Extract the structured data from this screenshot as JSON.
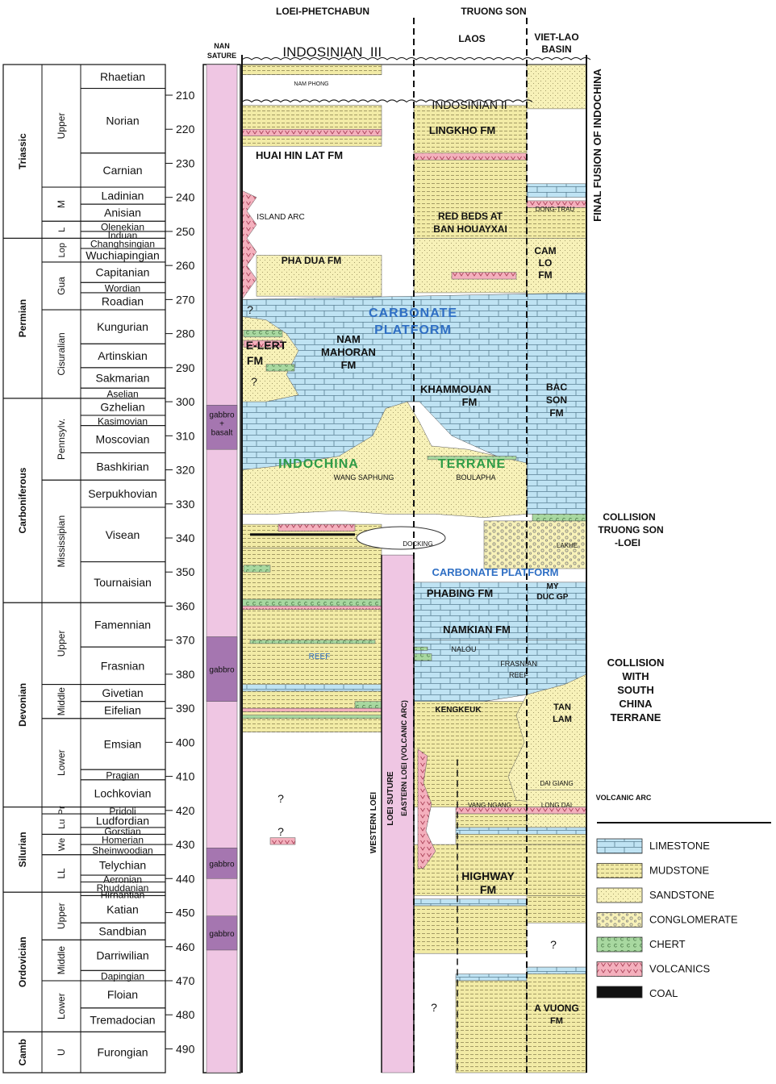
{
  "headers": {
    "loei_phetchabun": "LOEI-PHETCHABUN",
    "truong_son": "TRUONG SON",
    "laos": "LAOS",
    "viet_lao": "VIET-LAO",
    "basin": "BASIN",
    "nan": "NAN",
    "suture": "SATURE",
    "final_fusion": "FINAL FUSION OF INDOCHINA"
  },
  "systems": [
    {
      "label": "Triassic",
      "top": 201,
      "bottom": 252
    },
    {
      "label": "Permian",
      "top": 252,
      "bottom": 299
    },
    {
      "label": "Carboniferous",
      "top": 299,
      "bottom": 359
    },
    {
      "label": "Devonian",
      "top": 359,
      "bottom": 419
    },
    {
      "label": "Silurian",
      "top": 419,
      "bottom": 444
    },
    {
      "label": "Ordovician",
      "top": 444,
      "bottom": 485
    },
    {
      "label": "Camb",
      "top": 485,
      "bottom": 497
    }
  ],
  "series": [
    {
      "label": "Upper",
      "top": 201,
      "bottom": 237
    },
    {
      "label": "M",
      "top": 237,
      "bottom": 247
    },
    {
      "label": "L",
      "top": 247,
      "bottom": 252
    },
    {
      "label": "Lop",
      "top": 252,
      "bottom": 259
    },
    {
      "label": "Gua",
      "top": 259,
      "bottom": 273
    },
    {
      "label": "Cisuralian",
      "top": 273,
      "bottom": 299
    },
    {
      "label": "Pennsylv.",
      "top": 299,
      "bottom": 323
    },
    {
      "label": "Mississipian",
      "top": 323,
      "bottom": 359
    },
    {
      "label": "Upper",
      "top": 359,
      "bottom": 383
    },
    {
      "label": "Middle",
      "top": 383,
      "bottom": 393
    },
    {
      "label": "Lower",
      "top": 393,
      "bottom": 419
    },
    {
      "label": "Pr",
      "top": 419,
      "bottom": 421
    },
    {
      "label": "Lu",
      "top": 421,
      "bottom": 427
    },
    {
      "label": "We",
      "top": 427,
      "bottom": 433
    },
    {
      "label": "LL",
      "top": 433,
      "bottom": 444
    },
    {
      "label": "Upper",
      "top": 444,
      "bottom": 458
    },
    {
      "label": "Middle",
      "top": 458,
      "bottom": 470
    },
    {
      "label": "Lower",
      "top": 470,
      "bottom": 485
    },
    {
      "label": "U",
      "top": 485,
      "bottom": 497
    }
  ],
  "stages": [
    {
      "label": "Rhaetian",
      "top": 201,
      "bottom": 208
    },
    {
      "label": "Norian",
      "top": 208,
      "bottom": 227
    },
    {
      "label": "Carnian",
      "top": 227,
      "bottom": 237
    },
    {
      "label": "Ladinian",
      "top": 237,
      "bottom": 242
    },
    {
      "label": "Anisian",
      "top": 242,
      "bottom": 247
    },
    {
      "label": "Olenekian",
      "top": 247,
      "bottom": 250
    },
    {
      "label": "Induan",
      "top": 250,
      "bottom": 252
    },
    {
      "label": "Changhsingian",
      "top": 252,
      "bottom": 255
    },
    {
      "label": "Wuchiapingian",
      "top": 255,
      "bottom": 259
    },
    {
      "label": "Capitanian",
      "top": 259,
      "bottom": 265
    },
    {
      "label": "Wordian",
      "top": 265,
      "bottom": 268
    },
    {
      "label": "Roadian",
      "top": 268,
      "bottom": 273
    },
    {
      "label": "Kungurian",
      "top": 273,
      "bottom": 283
    },
    {
      "label": "Artinskian",
      "top": 283,
      "bottom": 290
    },
    {
      "label": "Sakmarian",
      "top": 290,
      "bottom": 296
    },
    {
      "label": "Aselian",
      "top": 296,
      "bottom": 299
    },
    {
      "label": "Gzhelian",
      "top": 299,
      "bottom": 304
    },
    {
      "label": "Kasimovian",
      "top": 304,
      "bottom": 307
    },
    {
      "label": "Moscovian",
      "top": 307,
      "bottom": 315
    },
    {
      "label": "Bashkirian",
      "top": 315,
      "bottom": 323
    },
    {
      "label": "Serpukhovian",
      "top": 323,
      "bottom": 331
    },
    {
      "label": "Visean",
      "top": 331,
      "bottom": 347
    },
    {
      "label": "Tournaisian",
      "top": 347,
      "bottom": 359
    },
    {
      "label": "Famennian",
      "top": 359,
      "bottom": 372
    },
    {
      "label": "Frasnian",
      "top": 372,
      "bottom": 383
    },
    {
      "label": "Givetian",
      "top": 383,
      "bottom": 388
    },
    {
      "label": "Eifelian",
      "top": 388,
      "bottom": 393
    },
    {
      "label": "Emsian",
      "top": 393,
      "bottom": 408
    },
    {
      "label": "Pragian",
      "top": 408,
      "bottom": 411
    },
    {
      "label": "Lochkovian",
      "top": 411,
      "bottom": 419
    },
    {
      "label": "Pridoli",
      "top": 419,
      "bottom": 421
    },
    {
      "label": "Ludfordian",
      "top": 421,
      "bottom": 425
    },
    {
      "label": "Gorstian",
      "top": 425,
      "bottom": 427
    },
    {
      "label": "Homerian",
      "top": 427,
      "bottom": 430
    },
    {
      "label": "Sheinwoodian",
      "top": 430,
      "bottom": 433
    },
    {
      "label": "Telychian",
      "top": 433,
      "bottom": 439
    },
    {
      "label": "Aeronian",
      "top": 439,
      "bottom": 441
    },
    {
      "label": "Rhuddanian",
      "top": 441,
      "bottom": 444
    },
    {
      "label": "Hirnantian",
      "top": 444,
      "bottom": 445
    },
    {
      "label": "Katian",
      "top": 445,
      "bottom": 453
    },
    {
      "label": "Sandbian",
      "top": 453,
      "bottom": 458
    },
    {
      "label": "Darriwilian",
      "top": 458,
      "bottom": 467
    },
    {
      "label": "Dapingian",
      "top": 467,
      "bottom": 470
    },
    {
      "label": "Floian",
      "top": 470,
      "bottom": 478
    },
    {
      "label": "Tremadocian",
      "top": 478,
      "bottom": 485
    },
    {
      "label": "Furongian",
      "top": 485,
      "bottom": 497
    }
  ],
  "ages": {
    "min": 201,
    "max": 497,
    "ticks": [
      210,
      220,
      230,
      240,
      250,
      260,
      270,
      280,
      290,
      300,
      310,
      320,
      330,
      340,
      350,
      360,
      370,
      380,
      390,
      400,
      410,
      420,
      430,
      440,
      450,
      460,
      470,
      480,
      490
    ]
  },
  "nan_suture": {
    "labels": [
      "gabbro",
      "+",
      "basalt",
      "gabbro",
      "gabbro",
      "gabbro"
    ],
    "colors": {
      "pink": "#efc6e3",
      "purple": "#a576b0"
    }
  },
  "formations": {
    "indosinian3": "INDOSINIAN",
    "indosinian3_num": "III",
    "indosinian2": "INDOSINIAN II",
    "nam_phong": "NAM PHONG",
    "huai_hin_lat": "HUAI HIN LAT FM",
    "lingkho": "LINGKHO FM",
    "island_arc": "ISLAND ARC",
    "red_beds_1": "RED BEDS AT",
    "red_beds_2": "BAN HOUAYXAI",
    "dong_trau": "DONG-TRAU",
    "pha_dua": "PHA DUA FM",
    "cam": "CAM",
    "lo": "LO",
    "fm": "FM",
    "carbonate_1": "CARBONATE",
    "carbonate_2": "PLATFORM",
    "nam": "NAM",
    "mahoran": "MAHORAN",
    "e_lert": "E-LERT",
    "khammouan": "KHAMMOUAN",
    "bac": "BAC",
    "son": "SON",
    "indochina": "INDOCHINA",
    "terrane": "TERRANE",
    "wang_saphung": "WANG SAPHUNG",
    "boulapha": "BOULAPHA",
    "docking": "DOCKING",
    "lakhe": "LAKHE",
    "carbonate_platform": "CARBONATE PLATFORM",
    "phabing": "PHABING FM",
    "my": "MY",
    "duc_gp": "DUC GP",
    "namkian": "NAMKIAN FM",
    "nalou": "NALOU",
    "reef": "REEF",
    "frasnian": "FRASNIAN",
    "kengkeuk": "KENGKEUK",
    "tan": "TAN",
    "lam": "LAM",
    "dai_giang": "DAI GIANG",
    "vang_ngang": "VANG NGANG",
    "long_dai": "LONG DAI",
    "highway": "HIGHWAY",
    "a_vuong": "A VUONG",
    "western_loei": "WESTERN LOEI",
    "loei_suture": "LOEI SUTURE",
    "eastern_loei": "EASTERN LOEI (VOLCANIC ARC)",
    "question": "?"
  },
  "events": {
    "collision_ts_1": "COLLISION",
    "collision_ts_2": "TRUONG SON",
    "collision_ts_3": "-LOEI",
    "collision_sc_1": "COLLISION",
    "collision_sc_2": "WITH",
    "collision_sc_3": "SOUTH",
    "collision_sc_4": "CHINA",
    "collision_sc_5": "TERRANE",
    "volcanic_arc": "VOLCANIC ARC"
  },
  "legend": [
    {
      "label": "LIMESTONE",
      "pattern": "limestone"
    },
    {
      "label": "MUDSTONE",
      "pattern": "mudstone"
    },
    {
      "label": "SANDSTONE",
      "pattern": "sandstone"
    },
    {
      "label": "CONGLOMERATE",
      "pattern": "conglomerate"
    },
    {
      "label": "CHERT",
      "pattern": "chert"
    },
    {
      "label": "VOLCANICS",
      "pattern": "volcanics"
    },
    {
      "label": "COAL",
      "pattern": "coal"
    }
  ],
  "colors": {
    "limestone": "#bfe3f3",
    "mudstone": "#f2eba6",
    "sandstone": "#f7f1b8",
    "chert": "#a8d8a0",
    "volcanics": "#f4b0bd",
    "suture": "#efc6e3",
    "blue_text": "#2f6fc4",
    "green_text": "#2e9b46"
  }
}
